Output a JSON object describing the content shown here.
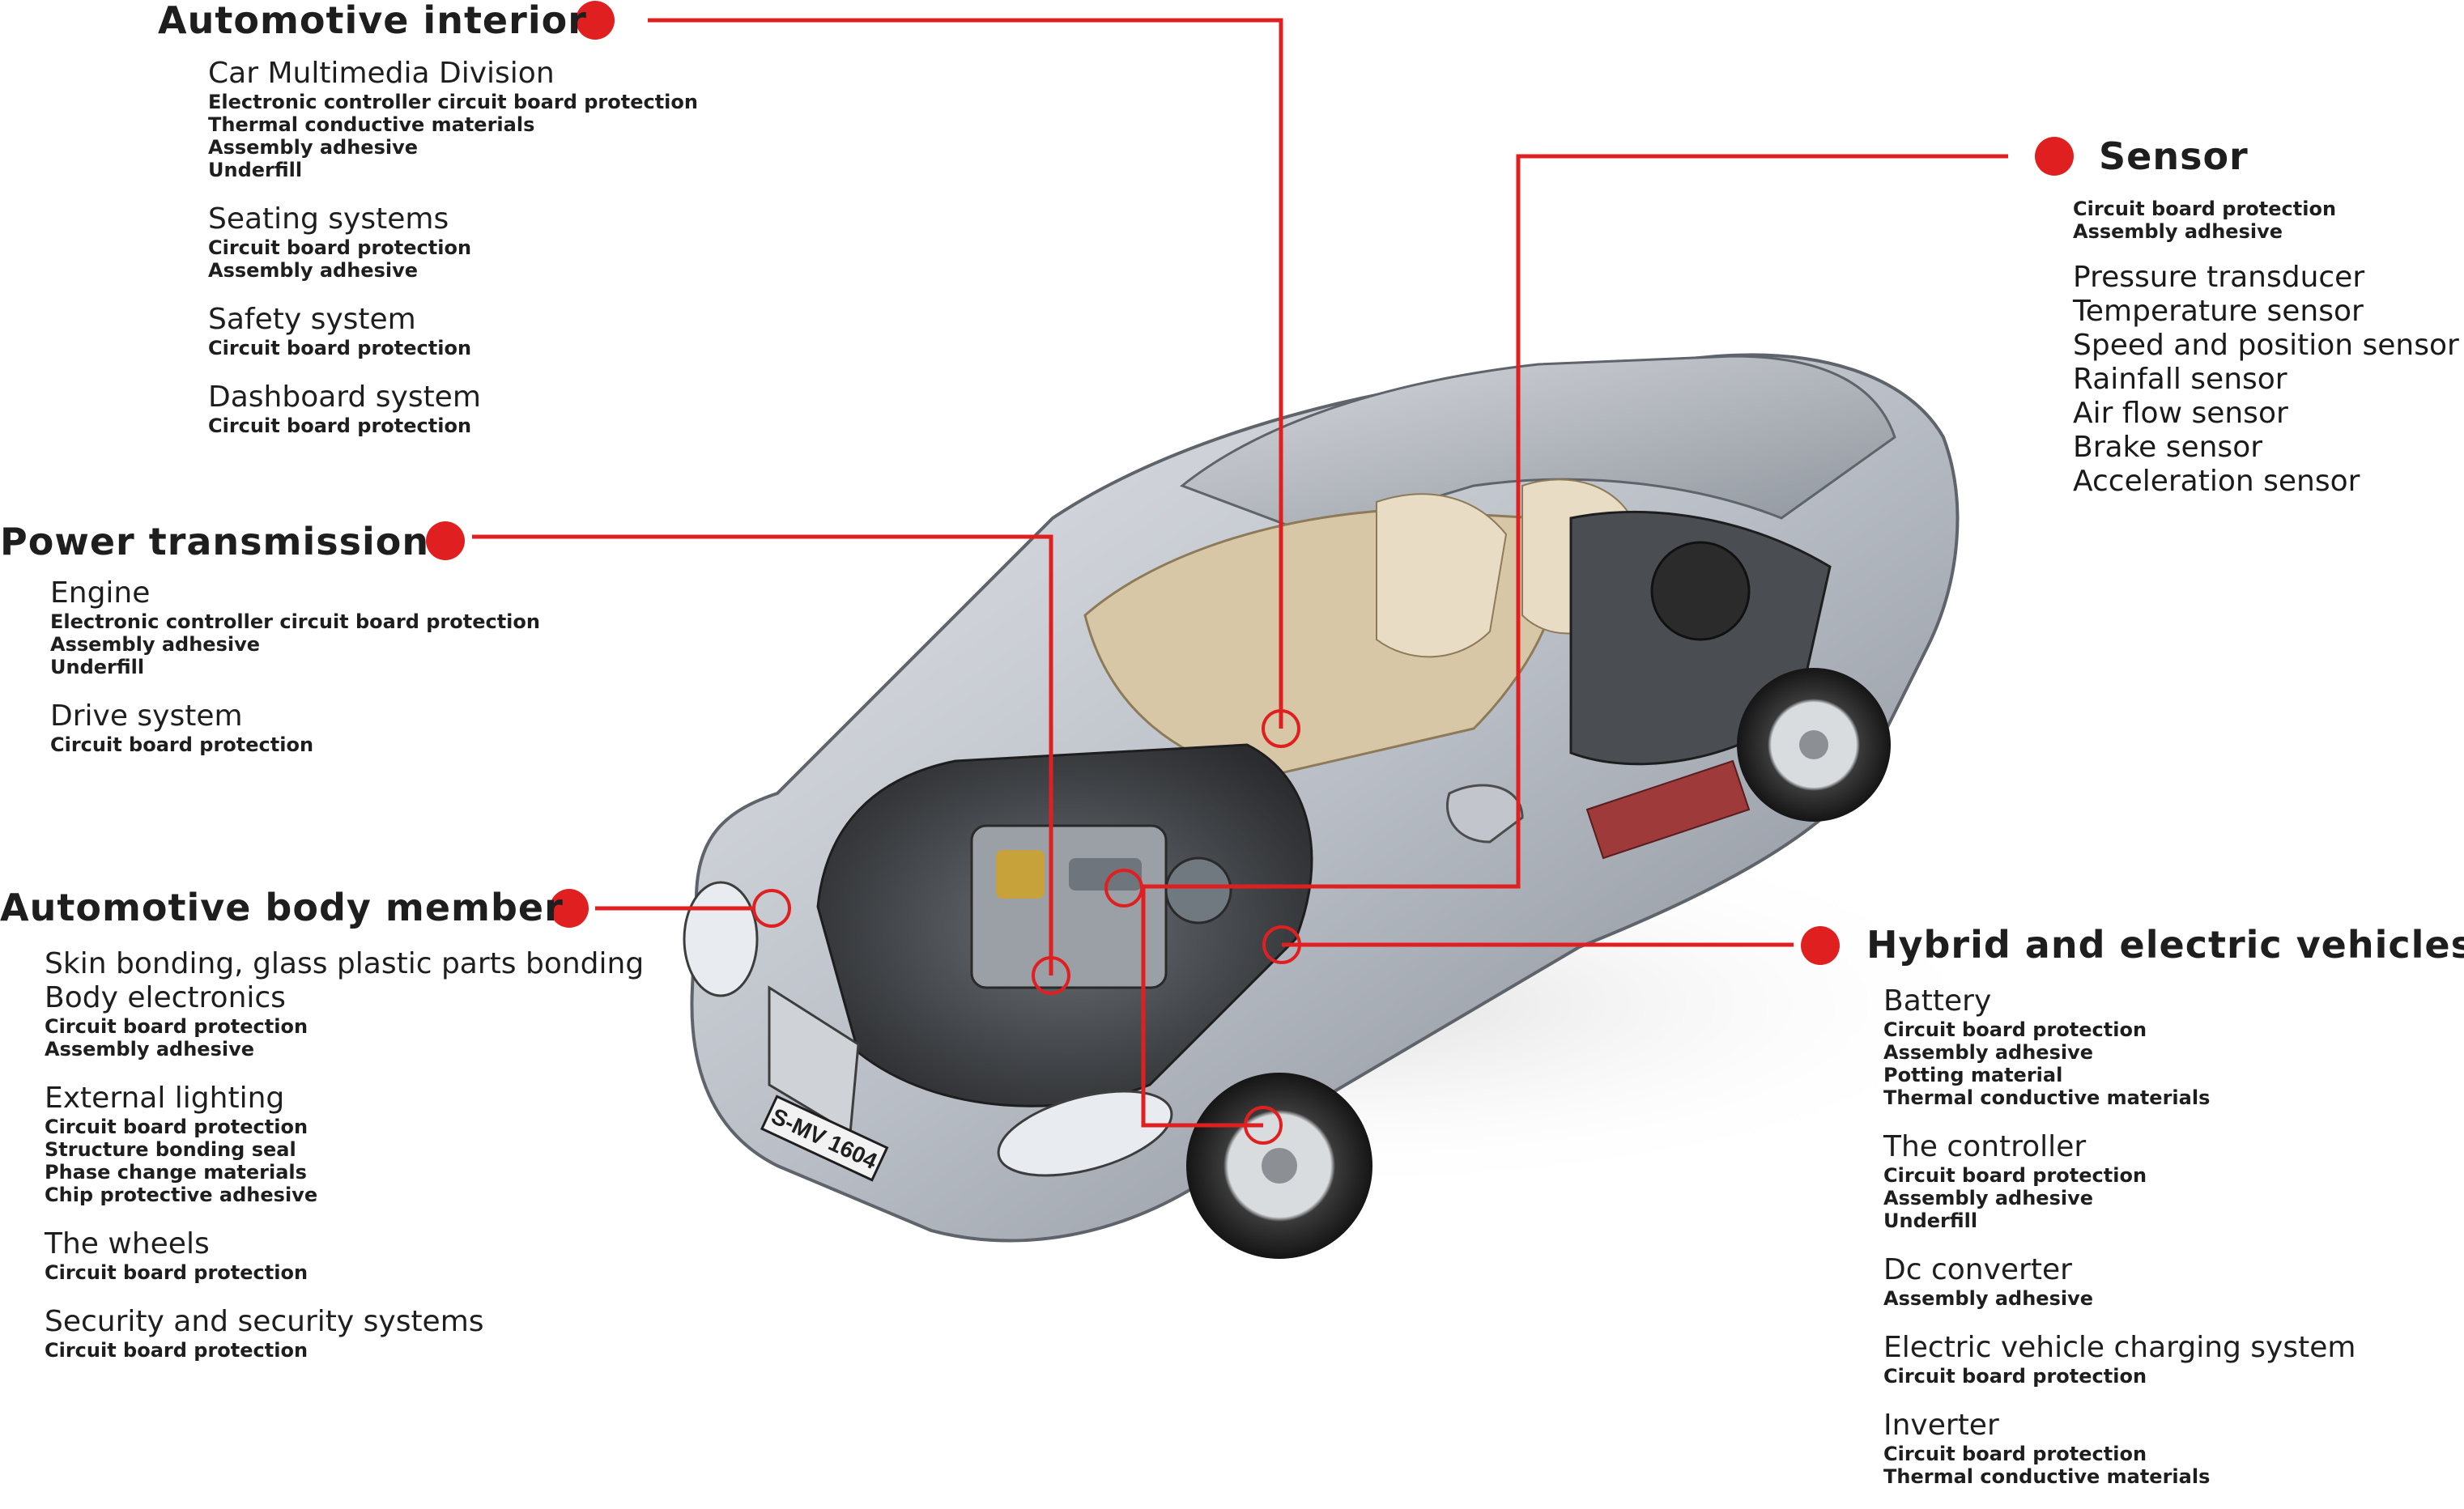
{
  "colors": {
    "accent": "#e02020",
    "text": "#1e1e1e",
    "car_body": "#b9bec6"
  },
  "callout_icon": "red-dot-icon",
  "sections": {
    "automotive_interior": {
      "title": "Automotive interior",
      "groups": [
        {
          "name": "Car Multimedia Division",
          "uses": [
            "Electronic controller circuit board protection",
            "Thermal conductive materials",
            "Assembly adhesive",
            "Underfill"
          ]
        },
        {
          "name": "Seating systems",
          "uses": [
            "Circuit board protection",
            "Assembly adhesive"
          ]
        },
        {
          "name": "Safety system",
          "uses": [
            "Circuit board protection"
          ]
        },
        {
          "name": "Dashboard system",
          "uses": [
            "Circuit board protection"
          ]
        }
      ]
    },
    "power_transmission": {
      "title": "Power transmission",
      "groups": [
        {
          "name": "Engine",
          "uses": [
            "Electronic controller circuit board protection",
            "Assembly adhesive",
            "Underfill"
          ]
        },
        {
          "name": "Drive system",
          "uses": [
            "Circuit board protection"
          ]
        }
      ]
    },
    "automotive_body_member": {
      "title": "Automotive body member",
      "groups": [
        {
          "name": "Skin bonding, glass plastic parts bonding",
          "uses": []
        },
        {
          "name": "Body electronics",
          "uses": [
            "Circuit board protection",
            "Assembly adhesive"
          ]
        },
        {
          "name": "External lighting",
          "uses": [
            "Circuit board protection",
            "Structure bonding seal",
            "Phase change materials",
            "Chip protective adhesive"
          ]
        },
        {
          "name": "The wheels",
          "uses": [
            "Circuit board protection"
          ]
        },
        {
          "name": "Security and security systems",
          "uses": [
            "Circuit board protection"
          ]
        }
      ]
    },
    "sensor": {
      "title": "Sensor",
      "uses": [
        "Circuit board protection",
        "Assembly adhesive"
      ],
      "items": [
        "Pressure transducer",
        "Temperature sensor",
        "Speed and position sensor",
        "Rainfall sensor",
        "Air flow sensor",
        "Brake sensor",
        "Acceleration sensor"
      ]
    },
    "hybrid_electric": {
      "title": "Hybrid and electric vehicles",
      "groups": [
        {
          "name": "Battery",
          "uses": [
            "Circuit board protection",
            "Assembly adhesive",
            "Potting material",
            "Thermal conductive materials"
          ]
        },
        {
          "name": "The controller",
          "uses": [
            "Circuit board protection",
            "Assembly adhesive",
            "Underfill"
          ]
        },
        {
          "name": "Dc converter",
          "uses": [
            "Assembly adhesive"
          ]
        },
        {
          "name": "Electric vehicle charging system",
          "uses": [
            "Circuit board protection"
          ]
        },
        {
          "name": "Inverter",
          "uses": [
            "Circuit board protection",
            "Thermal conductive materials"
          ]
        }
      ]
    },
    "car_plate": "S-MV 1604"
  }
}
